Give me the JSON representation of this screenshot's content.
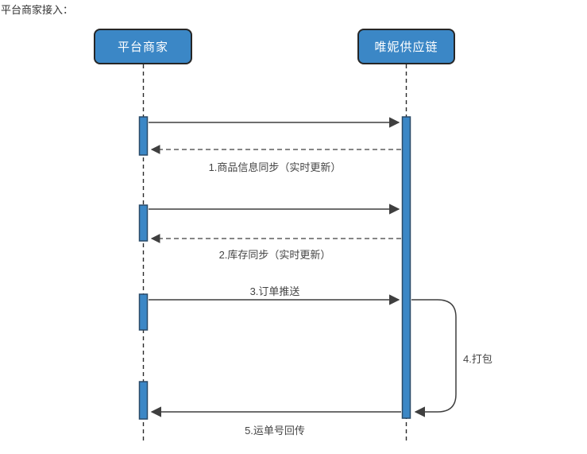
{
  "title": "平台商家接入：",
  "diagram": {
    "type": "sequence",
    "actors": [
      {
        "label": "平台商家"
      },
      {
        "label": "唯妮供应链"
      }
    ],
    "messages": [
      {
        "label": "1.商品信息同步（实时更新）",
        "style": "solid-call-with-dashed-return",
        "direction": "left-to-right"
      },
      {
        "label": "2.库存同步（实时更新）",
        "style": "solid-call-with-dashed-return",
        "direction": "left-to-right"
      },
      {
        "label": "3.订单推送",
        "style": "solid-call",
        "direction": "left-to-right"
      },
      {
        "label": "4.打包",
        "style": "self-loop",
        "direction": "self"
      },
      {
        "label": "5.运单号回传",
        "style": "solid-call",
        "direction": "right-to-left"
      }
    ]
  },
  "colors": {
    "background": "#ffffff",
    "actor_fill": "#3b87c6",
    "actor_border": "#262626",
    "activation_fill": "#3b87c6",
    "activation_border": "#2a4a68",
    "line": "#3f3f3f",
    "title_text": "#333333",
    "label_text": "#444444",
    "actor_text": "#ffffff"
  }
}
